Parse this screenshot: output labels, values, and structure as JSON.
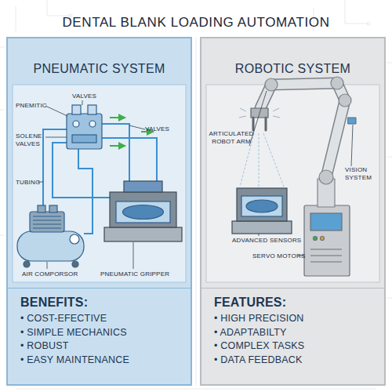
{
  "diagram": {
    "title": "DENTAL BLANK LOADING AUTOMATION",
    "nodes": [
      {
        "text": [
          "PNEUMATIC SYSTEM"
        ]
      },
      {
        "text": [
          "BENEFITS:",
          "• COST-EFECTIVE",
          "• SIMPLE MECHANICS",
          "• ROBUST",
          "• EASY MAINTENANCE"
        ],
        "in": 0
      },
      {
        "text": [
          "ROBOTIC SYSTEM"
        ]
      },
      {
        "text": [
          "FEATURES:",
          "• HIGH PRECISION",
          "• ADAPTABILTY",
          "• COMPLEX TASKS",
          "• DATA FEEDBACK"
        ],
        "in": 2
      }
    ],
    "labels": [
      "PNEMITIC",
      "VALVES",
      "SOLENE VALVES",
      "VALVES",
      "TUBING",
      "AIR COMPORSOR",
      "PNEUMATIC GRIPPER",
      "ARTICULATED ROBOT ARM",
      "VISION SYSTEM",
      "ADVANCED SENSORS",
      "SERVO MOTORS"
    ]
  }
}
